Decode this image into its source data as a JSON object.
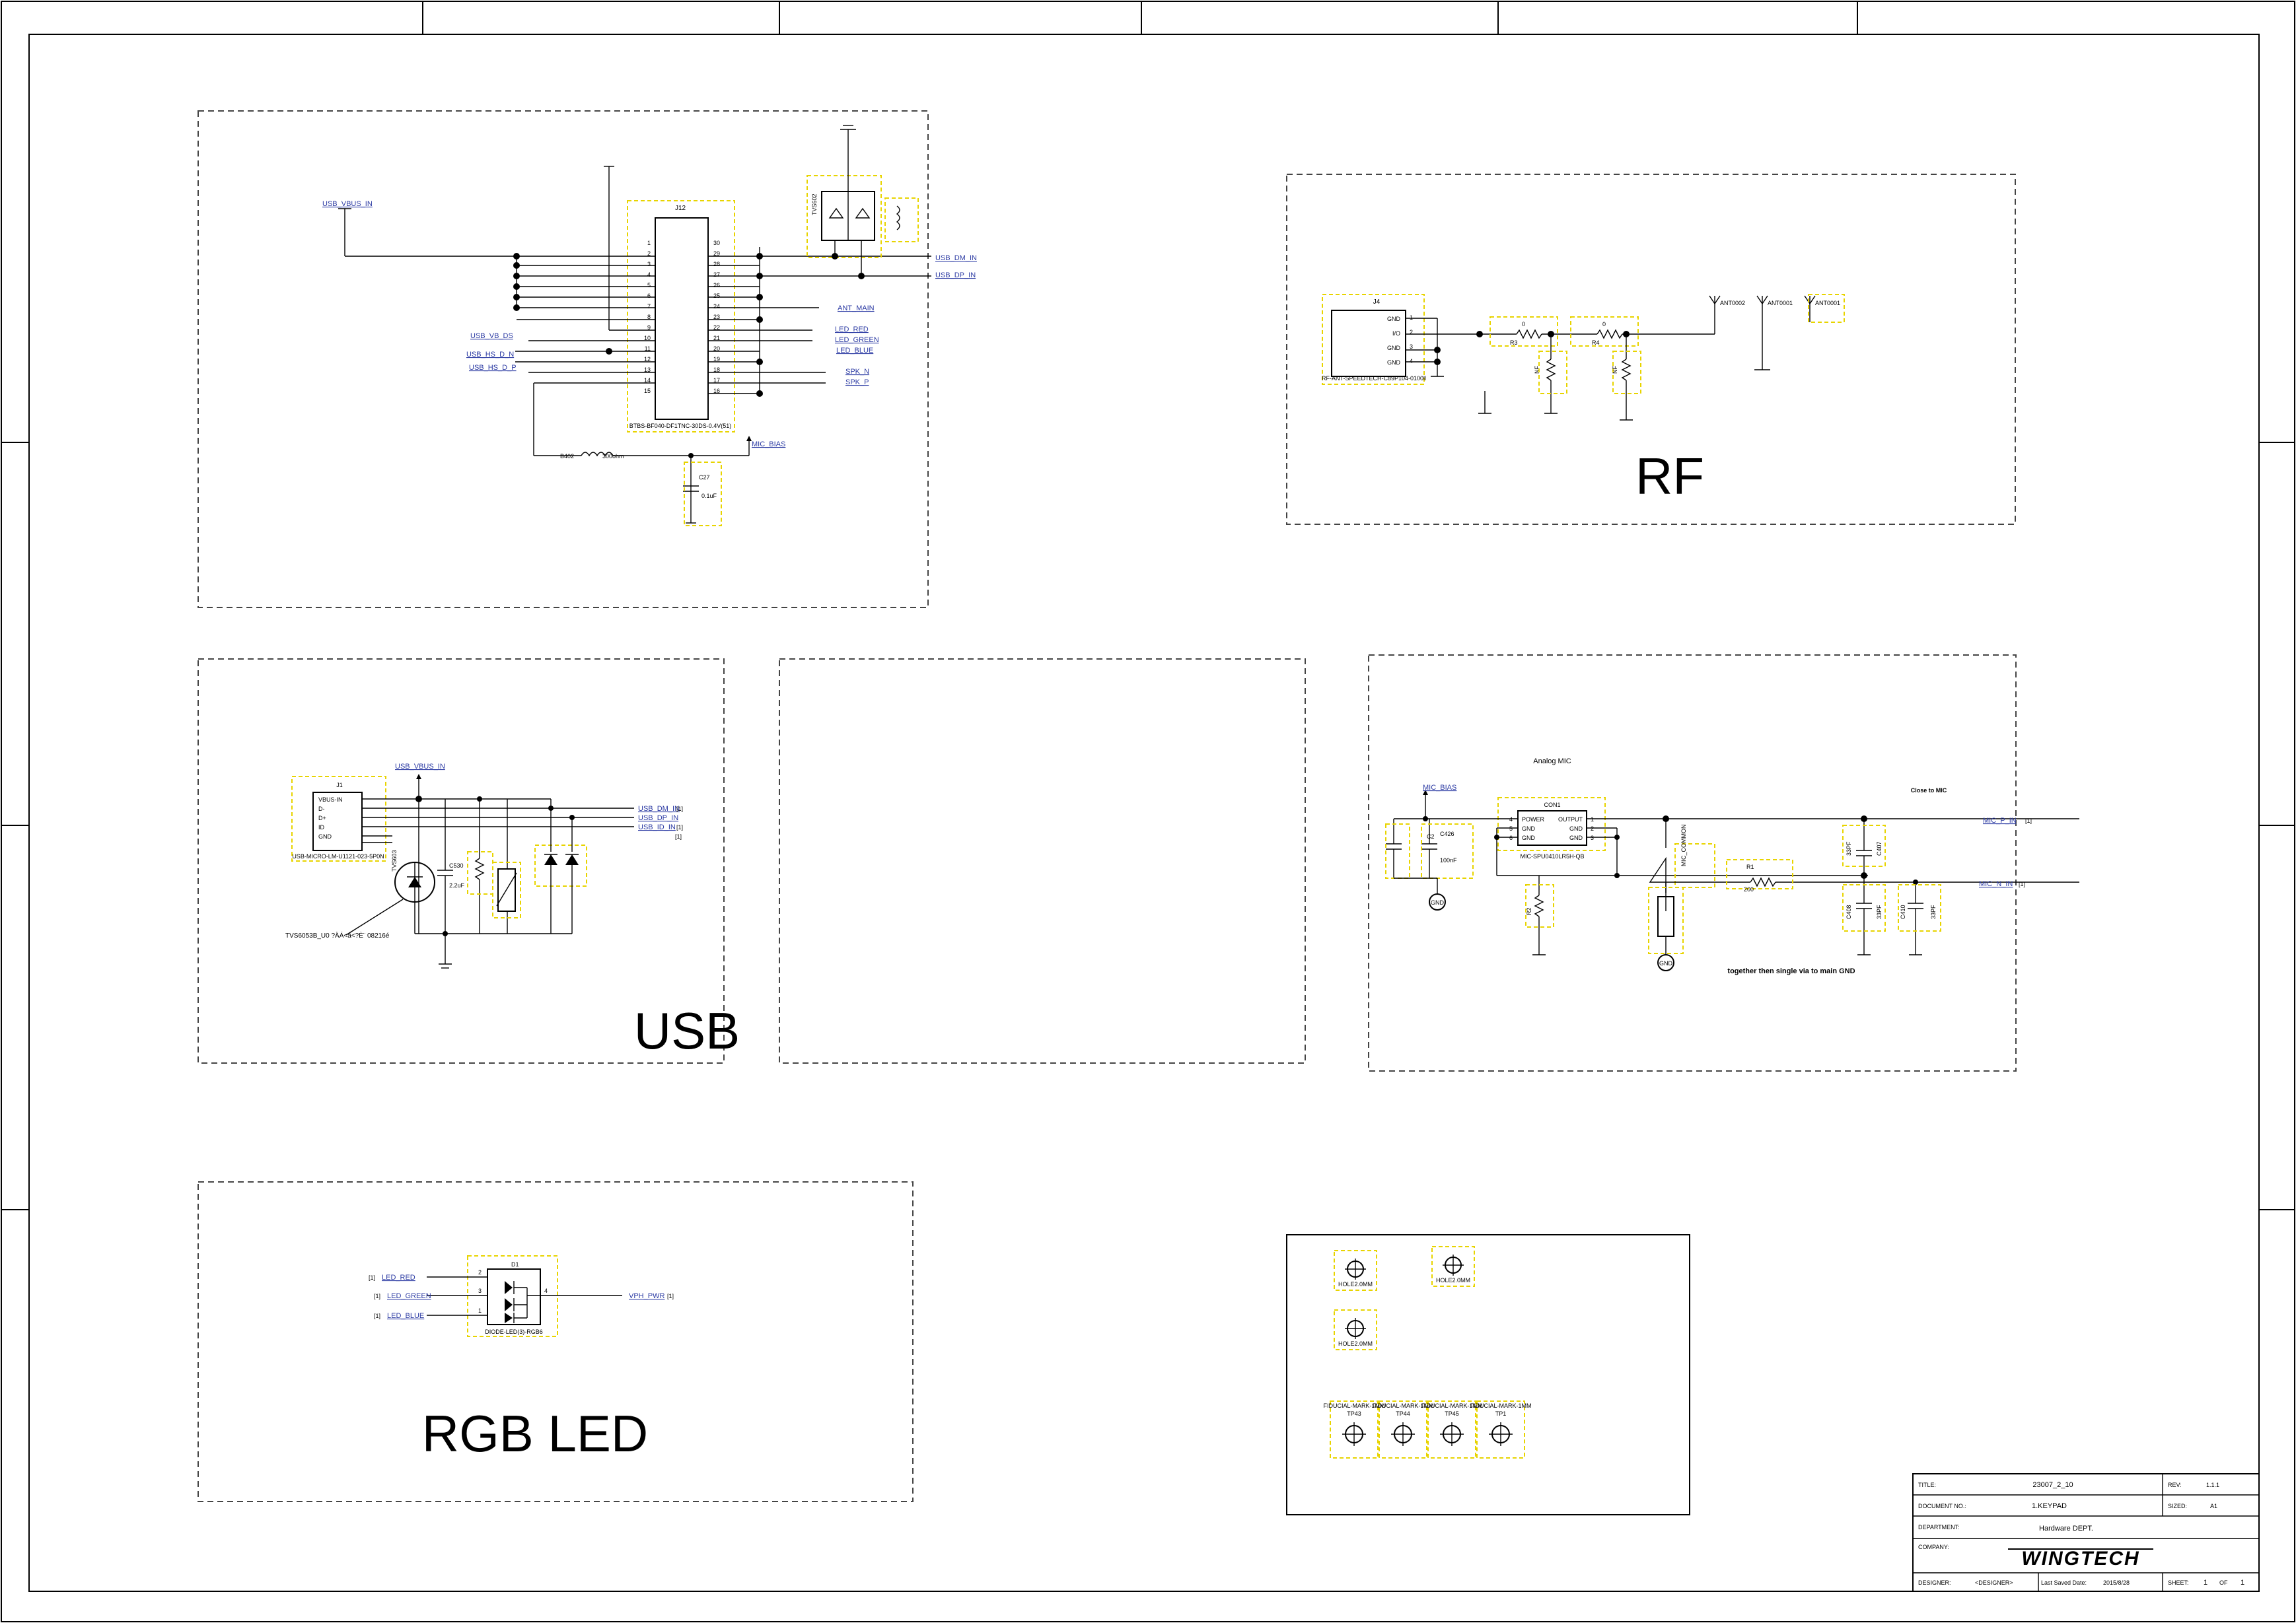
{
  "sections": {
    "rf": "RF",
    "usb": "USB",
    "rgb_led": "RGB LED"
  },
  "connector": {
    "ref": "J12",
    "part": "BTBS-BF040-DF1TNC-30DS-0.4V(51)",
    "left_pins": [
      "1",
      "2",
      "3",
      "4",
      "5",
      "6",
      "7",
      "8",
      "9",
      "10",
      "11",
      "12",
      "13",
      "14",
      "15"
    ],
    "right_pins": [
      "30",
      "29",
      "28",
      "27",
      "26",
      "25",
      "24",
      "23",
      "22",
      "21",
      "20",
      "19",
      "18",
      "17",
      "16"
    ],
    "tvs_ref": "TVS602",
    "bead_ref": "B402",
    "bead_value": "300ohm",
    "cap_ref": "C27",
    "cap_value": "0.1uF"
  },
  "rf": {
    "conn_ref": "J4",
    "conn_part": "RF-ANT-SPEEDTECH-C89P104-0100ll",
    "conn_pins": [
      "GND",
      "I/O",
      "GND",
      "GND"
    ],
    "conn_pin_numbers": [
      "1",
      "2",
      "3",
      "4"
    ],
    "r3": "R3",
    "r3_val": "0",
    "r4": "R4",
    "r4_val": "0",
    "shunt1_val": "NF",
    "shunt2_val": "NF",
    "ant1": "ANT0002",
    "ant2": "ANT0001",
    "ant3": "ANT0001"
  },
  "usb": {
    "conn_ref": "J1",
    "conn_part": "USB-MICRO-LM-U1121-023-5P0N",
    "pins": [
      "VBUS-IN",
      "D-",
      "D+",
      "ID",
      "GND"
    ],
    "cap_ref": "C530",
    "cap_val": "2.2uF",
    "tvs_note": "TVS6053B_U0 ?ÄÁ<ä<?È¨ 08216é"
  },
  "mic": {
    "title": "Analog MIC",
    "close_note": "Close to MIC",
    "gnd_note": "together then single via to main GND",
    "ic_ref": "CON1",
    "ic_part": "MIC-SPU0410LR5H-QB",
    "ic_left": [
      "POWER",
      "GND",
      "GND"
    ],
    "ic_right": [
      "OUTPUT",
      "GND",
      "GND"
    ],
    "ic_left_nums": [
      "4",
      "5",
      "6"
    ],
    "ic_right_nums": [
      "1",
      "2",
      "3"
    ],
    "c_a": "C426",
    "c_a_val": "100nF",
    "c_b": "C2",
    "r1": "R1",
    "r1_val": "200",
    "r2": "R2",
    "c407": "C407",
    "c408": "C408",
    "c410": "C410",
    "c407_val": "33PF",
    "c408_val": "33PF",
    "c410_val": "33PF",
    "conn_ref1": "[1]",
    "conn_ref2": "[1]"
  },
  "led": {
    "ref": "D1",
    "part": "DIODE-LED(3)-RGB6",
    "pin_nums": [
      "2",
      "3",
      "1",
      "4"
    ],
    "refs": [
      "[1]",
      "[1]",
      "[1]",
      "[1]"
    ]
  },
  "holes": {
    "hole_label": "HOLE2.0MM",
    "fiducials": [
      {
        "name": "FIDUCIAL-MARK-1MM",
        "ref": "TP43"
      },
      {
        "name": "FIDUCIAL-MARK-1MM",
        "ref": "TP44"
      },
      {
        "name": "FIDUCIAL-MARK-1MM",
        "ref": "TP45"
      },
      {
        "name": "FIDUCIAL-MARK-1MM",
        "ref": "TP1"
      }
    ]
  },
  "title_block": {
    "title_label": "TITLE:",
    "title_value": "23007_2_10",
    "rev_label": "REV:",
    "rev_value": "1.1.1",
    "doc_label": "DOCUMENT NO.:",
    "doc_value": "1.KEYPAD",
    "size_label": "SIZED:",
    "size_value": "A1",
    "dept_label": "DEPARTMENT:",
    "dept_value": "Hardware DEPT.",
    "company_label": "COMPANY:",
    "company_logo": "WINGTECH",
    "designer_label": "DESIGNER:",
    "designer_value": "<DESIGNER>",
    "saved_label": "Last Saved Date:",
    "saved_value": "2015/8/28",
    "sheet_label": "SHEET:",
    "sheet_value": "1",
    "of_label": "OF",
    "of_value": "1"
  }
}
